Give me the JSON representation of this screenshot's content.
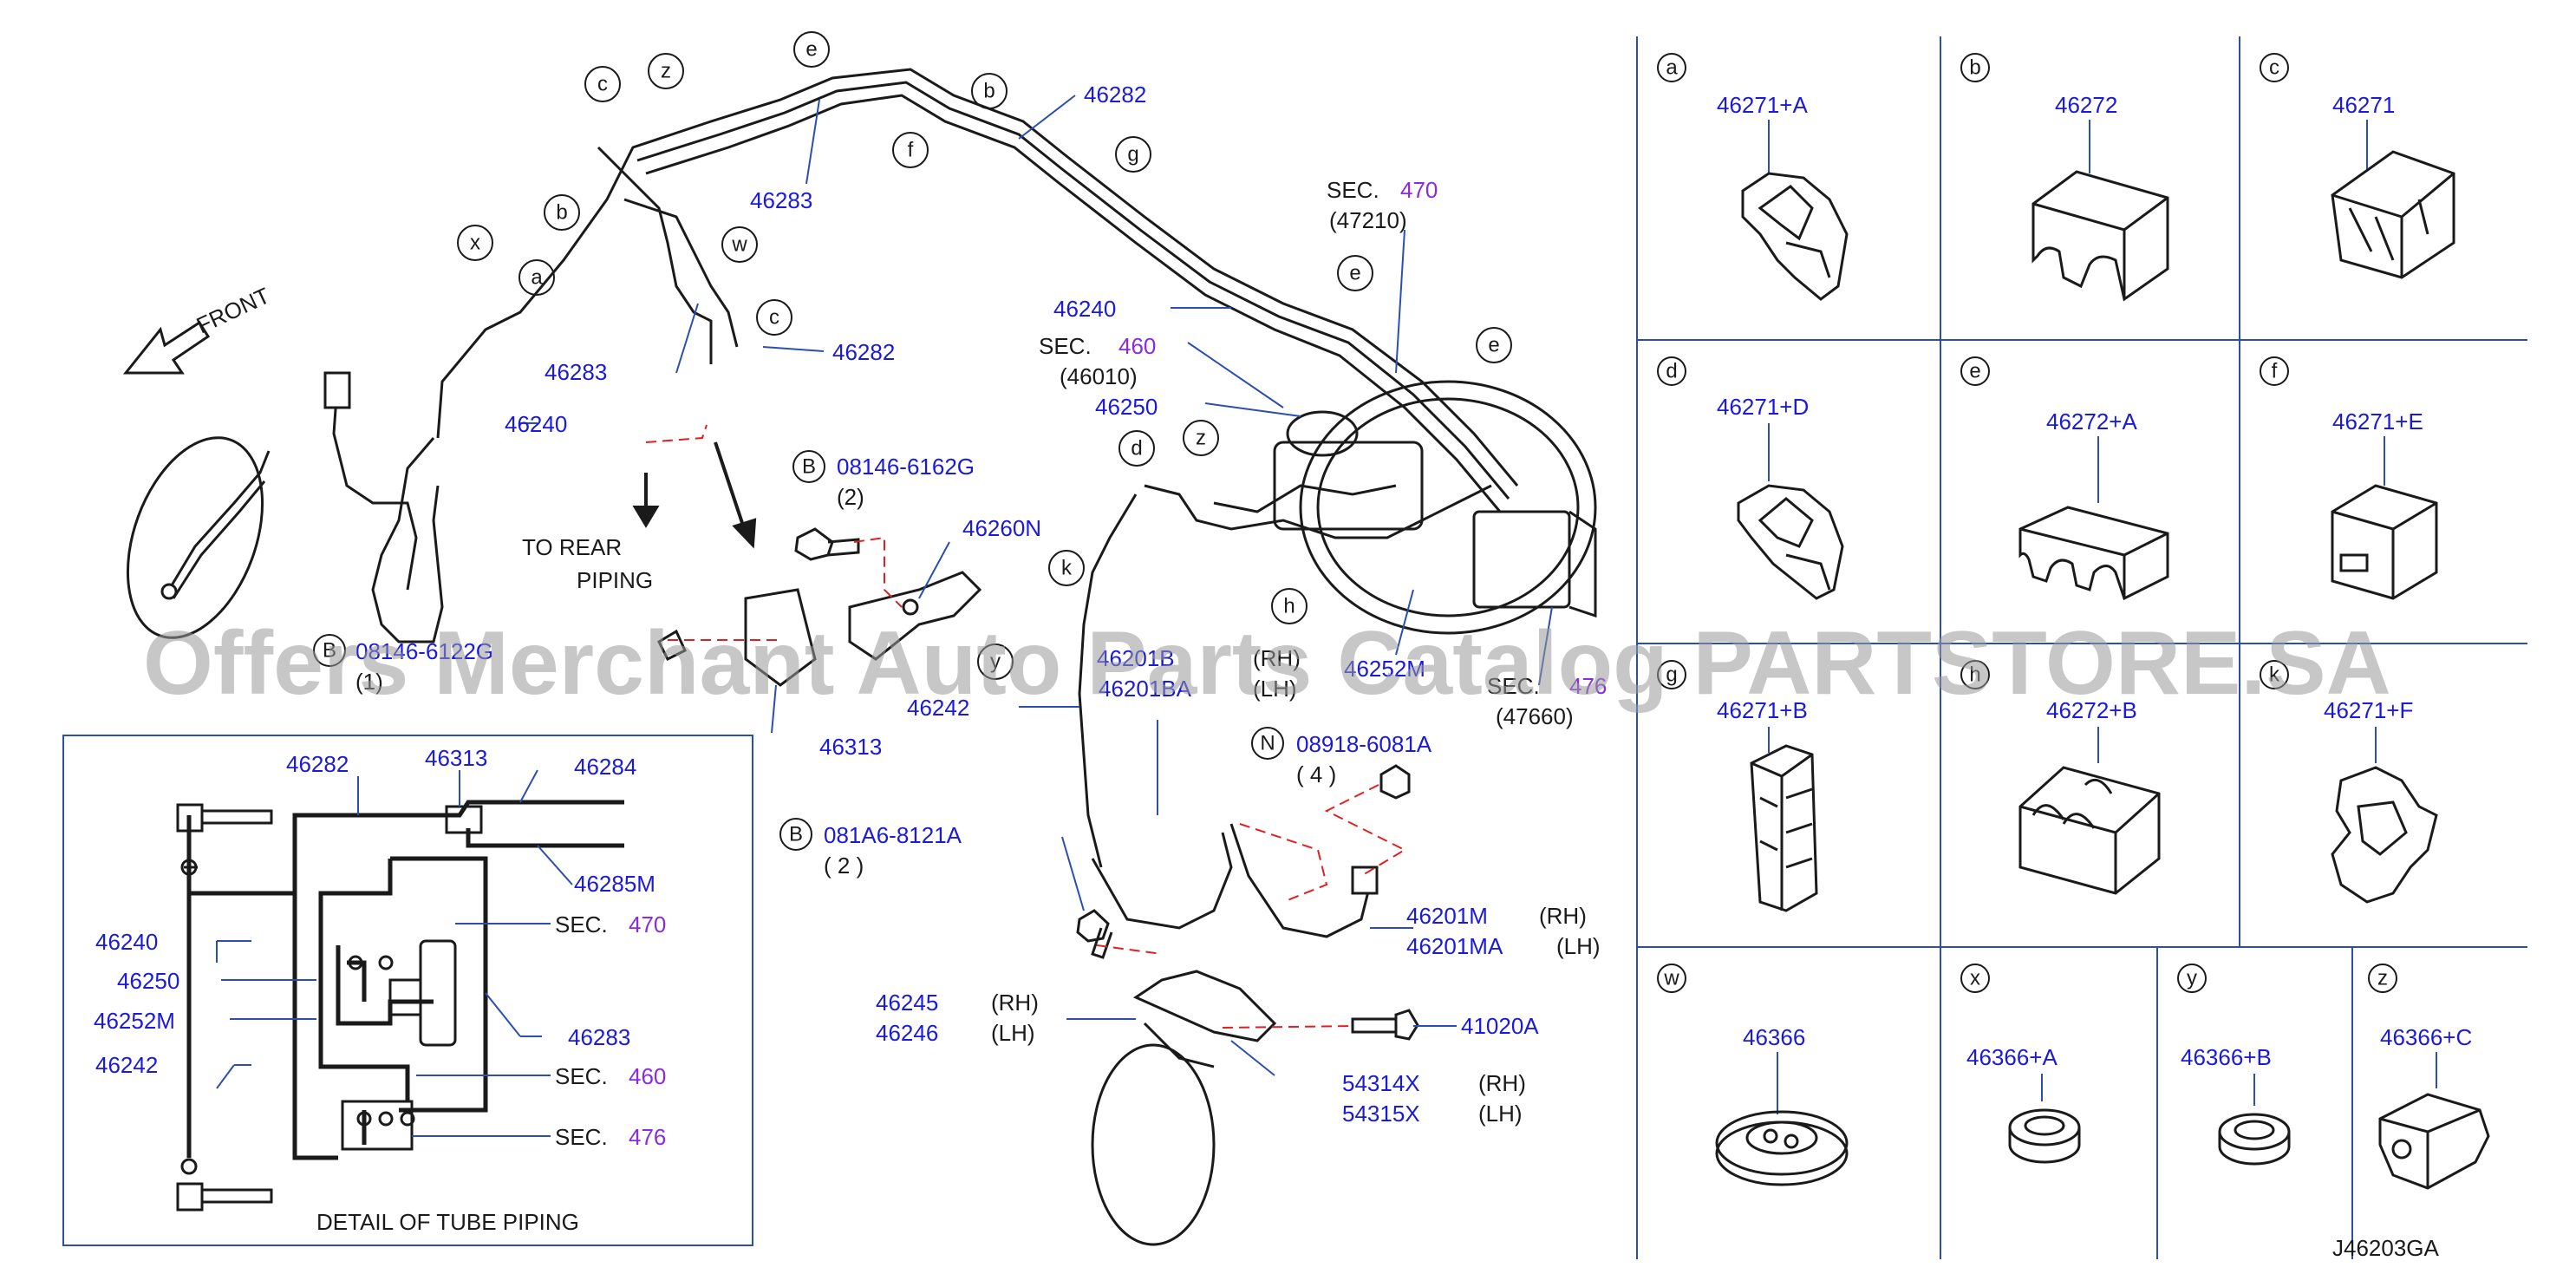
{
  "watermark": "Offers Merchant Auto Parts Catalog PARTSTORE.SA",
  "diagram_code": "J46203GA",
  "front_label": "FRONT",
  "rear_piping": [
    "TO  REAR",
    "PIPING"
  ],
  "detail_title": "DETAIL  OF  TUBE  PIPING",
  "colors": {
    "part_number": "#1a1adc",
    "section_ref": "#8a2be2",
    "callout_leader": "#2a4fb0",
    "dashed_leader": "#e02020"
  },
  "labels": {
    "l46282a": "46282",
    "l46283a": "46283",
    "l46283b": "46283",
    "l46282b": "46282",
    "l46240a": "46240",
    "l46240b": "46240",
    "l46250": "46250",
    "l46252m": "46252M",
    "l46260n": "46260N",
    "l46313a": "46313",
    "l46242": "46242",
    "l46201b": "46201B",
    "l46201ba": "46201BA",
    "l46201m": "46201M",
    "l46201ma": "46201MA",
    "l46245": "46245",
    "l46246": "46246",
    "l41020a": "41020A",
    "l54314x": "54314X",
    "l54315x": "54315X",
    "b08146": "08146-6162G",
    "b08146q": "(2)",
    "b081a6a": "08146-6122G",
    "b081a6aq": "(1)",
    "b081a6b": "081A6-8121A",
    "b081a6bq": "(  2  )",
    "n08918": "08918-6081A",
    "n08918q": "(  4  )",
    "rh1": "(RH)",
    "lh1": "(LH)",
    "rh2": "(RH)",
    "lh2": "(LH)",
    "rh3": "(RH)",
    "lh3": "(LH)",
    "rh4": "(RH)",
    "lh4": "(LH)",
    "sec470": "SEC.",
    "sec470n": "470",
    "sec470sub": "(47210)",
    "sec460": "SEC.",
    "sec460n": "460",
    "sec460sub": "(46010)",
    "sec476": "SEC.",
    "sec476n": "476",
    "sec476sub": "(47660)",
    "bolt": "B",
    "nut": "N"
  },
  "detail_labels": {
    "d46282": "46282",
    "d46313": "46313",
    "d46284": "46284",
    "d46285m": "46285M",
    "d46240": "46240",
    "d46250": "46250",
    "d46252m": "46252M",
    "d46283": "46283",
    "d46242": "46242",
    "dsec470": "SEC.",
    "dsec470n": "470",
    "dsec460": "SEC.",
    "dsec460n": "460",
    "dsec476": "SEC.",
    "dsec476n": "476"
  },
  "callouts": [
    "c",
    "z",
    "e",
    "b",
    "f",
    "g",
    "b",
    "x",
    "a",
    "w",
    "c",
    "e",
    "e",
    "d",
    "z",
    "k",
    "h",
    "y"
  ],
  "clips": [
    {
      "letter": "a",
      "part": "46271+A"
    },
    {
      "letter": "b",
      "part": "46272"
    },
    {
      "letter": "c",
      "part": "46271"
    },
    {
      "letter": "d",
      "part": "46271+D"
    },
    {
      "letter": "e",
      "part": "46272+A"
    },
    {
      "letter": "f",
      "part": "46271+E"
    },
    {
      "letter": "g",
      "part": "46271+B"
    },
    {
      "letter": "h",
      "part": "46272+B"
    },
    {
      "letter": "k",
      "part": "46271+F"
    },
    {
      "letter": "w",
      "part": "46366"
    },
    {
      "letter": "x",
      "part": "46366+A"
    },
    {
      "letter": "y",
      "part": "46366+B"
    },
    {
      "letter": "z",
      "part": "46366+C"
    }
  ]
}
